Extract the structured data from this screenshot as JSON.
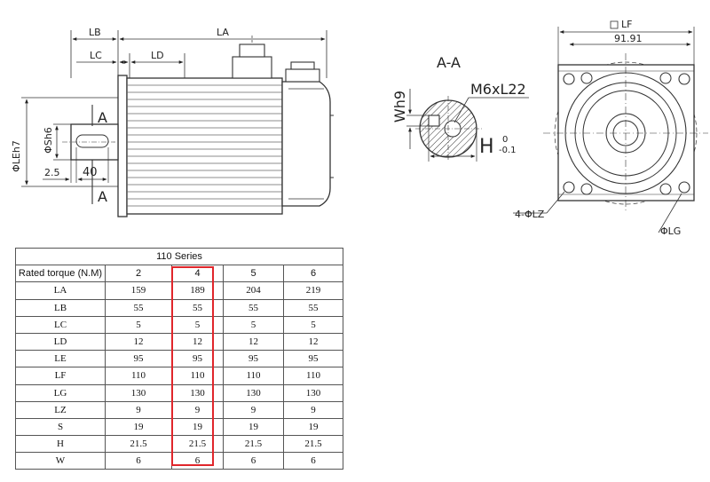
{
  "drawing": {
    "side_view": {
      "LB": "LB",
      "LA": "LA",
      "LC": "LC",
      "LD": "LD",
      "PhiS": "ΦSh6",
      "PhiLE": "ΦLEh7",
      "section_mark_top": "A",
      "section_mark_bottom": "A",
      "dim_2_5": "2.5",
      "dim_40": "40"
    },
    "section": {
      "title": "A-A",
      "W": "Wh9",
      "thread": "M6xL22",
      "H": "H",
      "H_tol_upper": "0",
      "H_tol_lower": "-0.1"
    },
    "front_view": {
      "LF": "LF",
      "dim_91_91": "91.91",
      "LZ": "4-ΦLZ",
      "LG": "ΦLG"
    }
  },
  "table": {
    "title": "110 Series",
    "header_label": "Rated torque (N.M)",
    "torques": [
      "2",
      "4",
      "5",
      "6"
    ],
    "rows": [
      {
        "label": "LA",
        "values": [
          "159",
          "189",
          "204",
          "219"
        ]
      },
      {
        "label": "LB",
        "values": [
          "55",
          "55",
          "55",
          "55"
        ]
      },
      {
        "label": "LC",
        "values": [
          "5",
          "5",
          "5",
          "5"
        ]
      },
      {
        "label": "LD",
        "values": [
          "12",
          "12",
          "12",
          "12"
        ]
      },
      {
        "label": "LE",
        "values": [
          "95",
          "95",
          "95",
          "95"
        ]
      },
      {
        "label": "LF",
        "values": [
          "110",
          "110",
          "110",
          "110"
        ]
      },
      {
        "label": "LG",
        "values": [
          "130",
          "130",
          "130",
          "130"
        ]
      },
      {
        "label": "LZ",
        "values": [
          "9",
          "9",
          "9",
          "9"
        ]
      },
      {
        "label": "S",
        "values": [
          "19",
          "19",
          "19",
          "19"
        ]
      },
      {
        "label": "H",
        "values": [
          "21.5",
          "21.5",
          "21.5",
          "21.5"
        ]
      },
      {
        "label": "W",
        "values": [
          "6",
          "6",
          "6",
          "6"
        ]
      }
    ],
    "highlight_color": "#e0262b"
  }
}
